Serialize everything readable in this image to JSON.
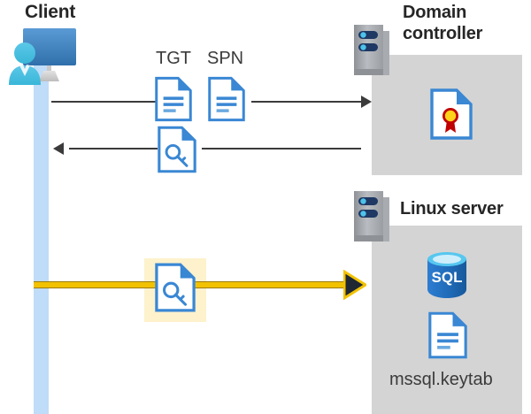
{
  "diagram": {
    "type": "kerberos-authentication-flow",
    "background_color": "#ffffff",
    "palette": {
      "grey_box": "#d4d4d4",
      "lifeline_blue": "#bfdcf8",
      "line_dark": "#3b3b3b",
      "highlight_yellow": "#fdf2cc",
      "arrow_yellow": "#f2c200",
      "doc_blue": "#3a87d4",
      "sql_blue": "#1f6bb8",
      "title_text": "#262626"
    }
  },
  "client": {
    "title": "Client",
    "figure_icon": "user-at-computer-icon",
    "lifeline_name": "client-lifeline"
  },
  "domain_controller": {
    "title_line1": "Domain",
    "title_line2": "controller",
    "rack_icon": "server-rack-icon",
    "contents": [
      {
        "icon": "certificate-document-icon",
        "label": ""
      }
    ]
  },
  "linux_server": {
    "title": "Linux server",
    "rack_icon": "server-rack-icon",
    "contents": [
      {
        "icon": "sql-database-icon",
        "label": "SQL"
      },
      {
        "icon": "document-icon",
        "label": "mssql.keytab"
      }
    ]
  },
  "messages": [
    {
      "id": "request-tgt-spn",
      "direction": "right",
      "from": "client",
      "to": "domain_controller",
      "style": "solid-dark",
      "artifacts": [
        {
          "label": "TGT",
          "icon": "document-lines-icon"
        },
        {
          "label": "SPN",
          "icon": "document-lines-icon"
        }
      ]
    },
    {
      "id": "return-service-ticket",
      "direction": "left",
      "from": "domain_controller",
      "to": "client",
      "style": "solid-dark",
      "artifacts": [
        {
          "label": "",
          "icon": "document-key-icon"
        }
      ]
    },
    {
      "id": "present-service-ticket",
      "direction": "right",
      "from": "client",
      "to": "linux_server",
      "style": "highlighted-yellow",
      "highlighted": true,
      "artifacts": [
        {
          "label": "",
          "icon": "document-key-icon"
        }
      ]
    }
  ]
}
